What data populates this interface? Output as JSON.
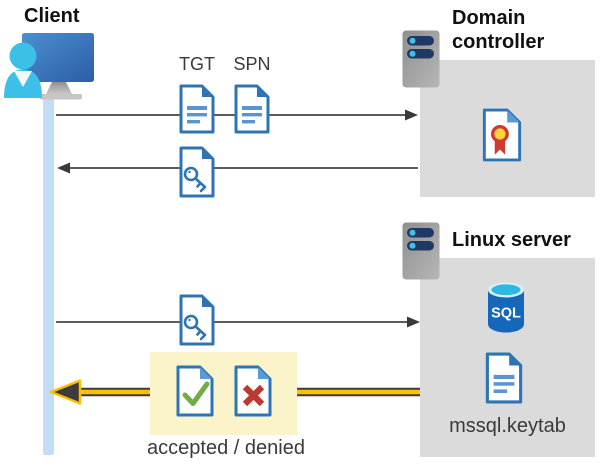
{
  "labels": {
    "client": "Client",
    "domain_controller": "Domain controller",
    "linux_server": "Linux server",
    "tgt": "TGT",
    "spn": "SPN",
    "sql": "SQL",
    "keytab_file": "mssql.keytab",
    "accepted_denied": "accepted / denied"
  },
  "icons": [
    "client-user-workstation-icon",
    "server-icon (domain controller)",
    "server-icon (linux server)",
    "tgt-document-icon",
    "spn-document-icon",
    "key-ticket-document-icon (dc reply)",
    "key-ticket-document-icon (sent to linux server)",
    "certificate-icon",
    "sql-database-icon",
    "keytab-document-icon",
    "accepted-check-document-icon",
    "denied-cross-document-icon"
  ],
  "flows": [
    {
      "from": "client",
      "to": "domain-controller",
      "carries": "TGT + SPN request",
      "direction": "right"
    },
    {
      "from": "domain-controller",
      "to": "client",
      "carries": "service ticket (key)",
      "direction": "left"
    },
    {
      "from": "client",
      "to": "linux-server",
      "carries": "service ticket (key)",
      "direction": "right"
    },
    {
      "from": "linux-server",
      "to": "client",
      "carries": "accepted / denied",
      "direction": "left",
      "style": "highlighted-yellow"
    }
  ],
  "colors": {
    "doc_outline_blue": "#2E74B5",
    "doc_text_lines_blue": "#5B93D5",
    "arrow_gray": "#454545",
    "arrow_yellow": "#FFC000",
    "highlight_box_yellow": "#FBF4CA",
    "panel_gray": "#DBDBDB",
    "lifeline_blue": "#C3DDF6",
    "check_green": "#72AE44",
    "cross_red": "#BE3730",
    "person_cyan": "#3DC0E8",
    "monitor_blue": "#3B78C2",
    "sql_cylinder_blue": "#1666BA",
    "sql_top_cyan": "#2FB7E4",
    "server_pill_navy": "#203864",
    "server_dot_cyan": "#41C0EA",
    "seal_yellow": "#FFD43B",
    "seal_red": "#CE3A32"
  }
}
